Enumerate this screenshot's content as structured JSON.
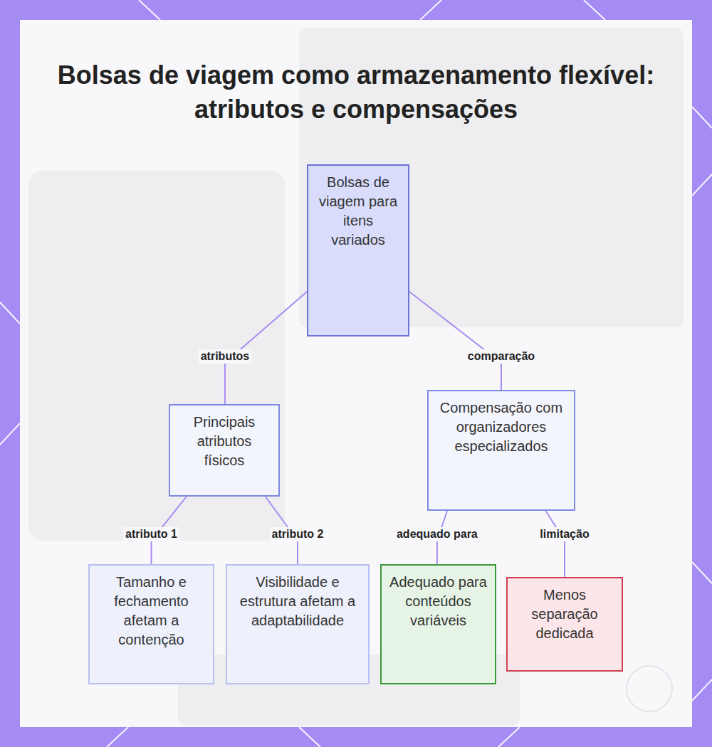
{
  "diagram": {
    "title": "Bolsas de viagem como armazenamento flexível: atributos e compensações",
    "nodes": [
      {
        "text": [
          "Bolsas de viagem para itens variados"
        ]
      },
      {
        "text": [
          "Principais atributos físicos"
        ]
      },
      {
        "text": [
          "Compensação com organizadores especializados"
        ]
      },
      {
        "text": [
          "Tamanho e fechamento afetam a contenção"
        ]
      },
      {
        "text": [
          "Visibilidade e estrutura afetam a adaptabilidade"
        ]
      },
      {
        "text": [
          "Adequado para conteúdos variáveis"
        ]
      },
      {
        "text": [
          "Menos separação dedicada"
        ]
      }
    ],
    "edges": [
      {
        "from": 0,
        "to": 1,
        "label": "atributos",
        "arrow": "none"
      },
      {
        "from": 0,
        "to": 2,
        "label": "comparação",
        "arrow": "none"
      },
      {
        "from": 1,
        "to": 3,
        "label": "atributo 1",
        "arrow": "none"
      },
      {
        "from": 1,
        "to": 4,
        "label": "atributo 2",
        "arrow": "none"
      },
      {
        "from": 2,
        "to": 5,
        "label": "adequado para",
        "arrow": "none"
      },
      {
        "from": 2,
        "to": 6,
        "label": "limitação",
        "arrow": "none"
      }
    ]
  }
}
